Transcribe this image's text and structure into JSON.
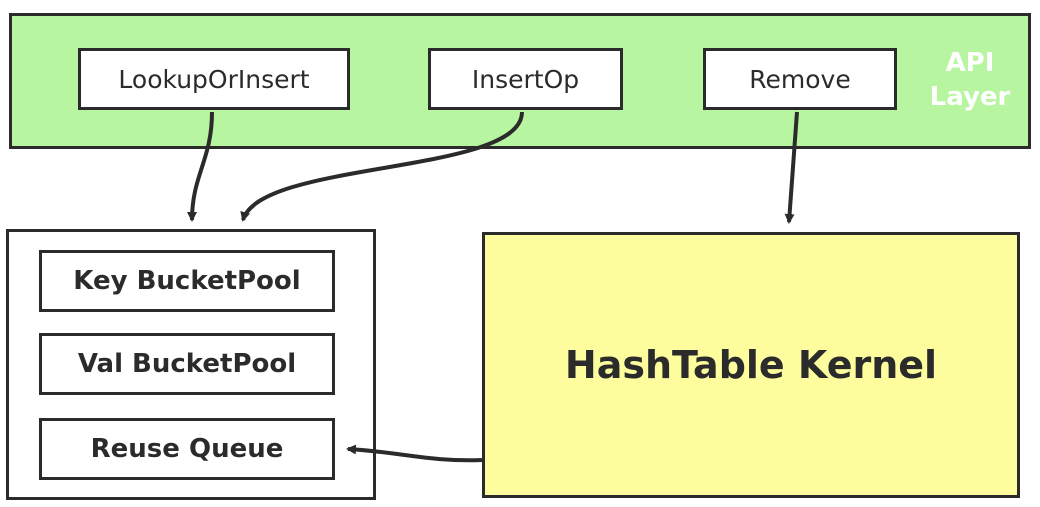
{
  "api_layer": {
    "label_line1": "API",
    "label_line2": "Layer",
    "ops": {
      "lookup": "LookupOrInsert",
      "insert": "InsertOp",
      "remove": "Remove"
    }
  },
  "pool": {
    "key": "Key BucketPool",
    "val": "Val BucketPool",
    "reuse": "Reuse Queue"
  },
  "kernel": {
    "label": "HashTable Kernel"
  },
  "colors": {
    "api_fill": "#b8f5a0",
    "kernel_fill": "#fdfd9e",
    "stroke": "#2b2b2b",
    "api_label": "#ffffff"
  }
}
